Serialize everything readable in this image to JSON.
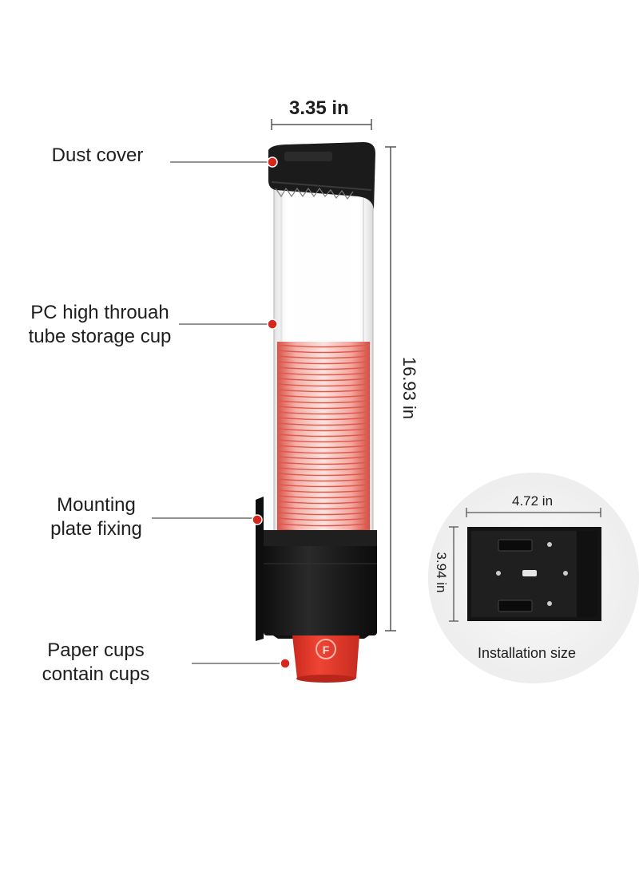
{
  "product": {
    "labels": {
      "dust_cover": "Dust cover",
      "tube_line1": "PC high throuah",
      "tube_line2": "tube storage cup",
      "mounting_line1": "Mounting",
      "mounting_line2": "plate fixing",
      "cups_line1": "Paper cups",
      "cups_line2": "contain cups"
    },
    "dimensions": {
      "width": "3.35 in",
      "height": "16.93 in"
    }
  },
  "inset": {
    "width": "4.72 in",
    "height": "3.94 in",
    "caption": "Installation size"
  },
  "colors": {
    "cup_red": "#e8392b",
    "marker_red": "#d7261b",
    "plastic_black": "#1b1b1b",
    "inset_bg": "#f3f3f3",
    "guide_line": "#555555"
  }
}
